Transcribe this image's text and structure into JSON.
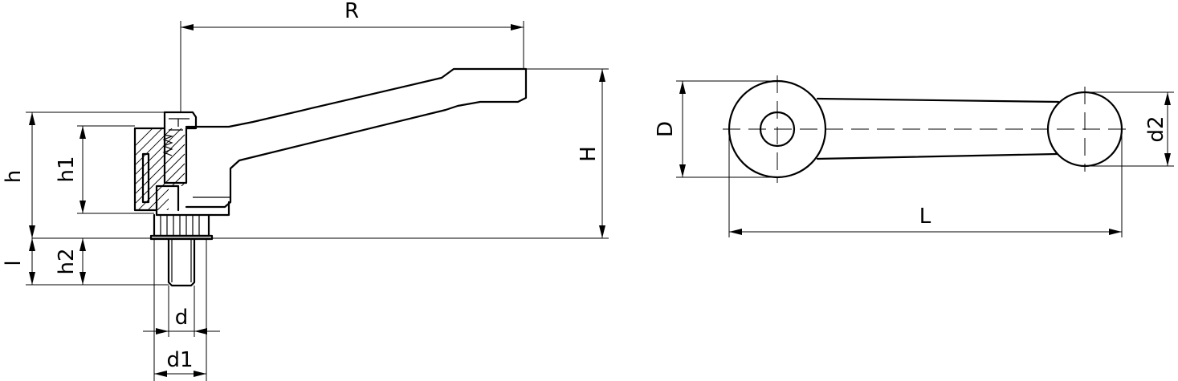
{
  "dimensions": {
    "R": "R",
    "H": "H",
    "h": "h",
    "h1": "h1",
    "h2": "h2",
    "l": "l",
    "d": "d",
    "d1": "d1",
    "D": "D",
    "d2": "d2",
    "L": "L"
  }
}
